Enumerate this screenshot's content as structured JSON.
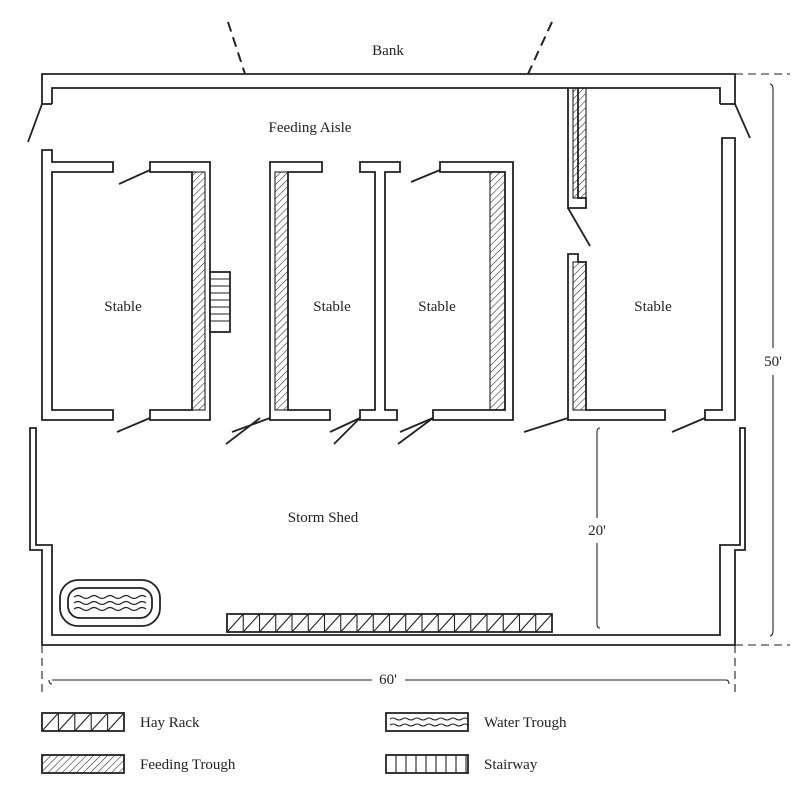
{
  "labels": {
    "bank": "Bank",
    "feeding_aisle": "Feeding Aisle",
    "stable": "Stable",
    "storm_shed": "Storm Shed"
  },
  "dimensions": {
    "width": "60'",
    "depth": "50'",
    "shed_depth": "20'"
  },
  "legend": {
    "hay_rack": "Hay Rack",
    "water_trough": "Water Trough",
    "feeding_trough": "Feeding Trough",
    "stairway": "Stairway"
  }
}
